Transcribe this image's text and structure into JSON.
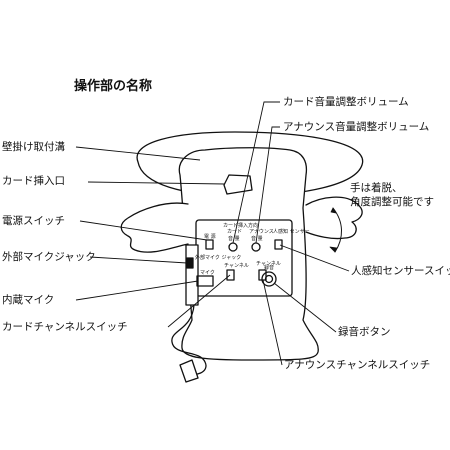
{
  "title": "操作部の名称",
  "labels": {
    "wall_mount_groove": "壁掛け取付溝",
    "card_slot": "カード挿入口",
    "power_switch": "電源スイッチ",
    "ext_mic_jack": "外部マイクジャック",
    "built_in_mic": "内蔵マイク",
    "card_channel_switch": "カードチャンネルスイッチ",
    "card_volume": "カード音量調整ボリューム",
    "announce_volume": "アナウンス音量調整ボリューム",
    "hand_adjust": "手は着脱、\n角度調整可能です",
    "motion_sensor_switch": "人感知センサースイッチ",
    "record_button": "録音ボタン",
    "announce_channel_switch": "アナウンスチャンネルスイッチ"
  },
  "panel": {
    "card_insert": "カード挿入方向",
    "card": "カード",
    "announce": "アナウンス",
    "power": "電 源",
    "volume": "音 量",
    "volume2": "音 量",
    "sensor": "人感知\nセンサー",
    "channel": "チャンネル",
    "channel2": "チャンネル",
    "record": "録音",
    "mic": "マイク",
    "ext_mic": "外部マイク\nジャック"
  }
}
